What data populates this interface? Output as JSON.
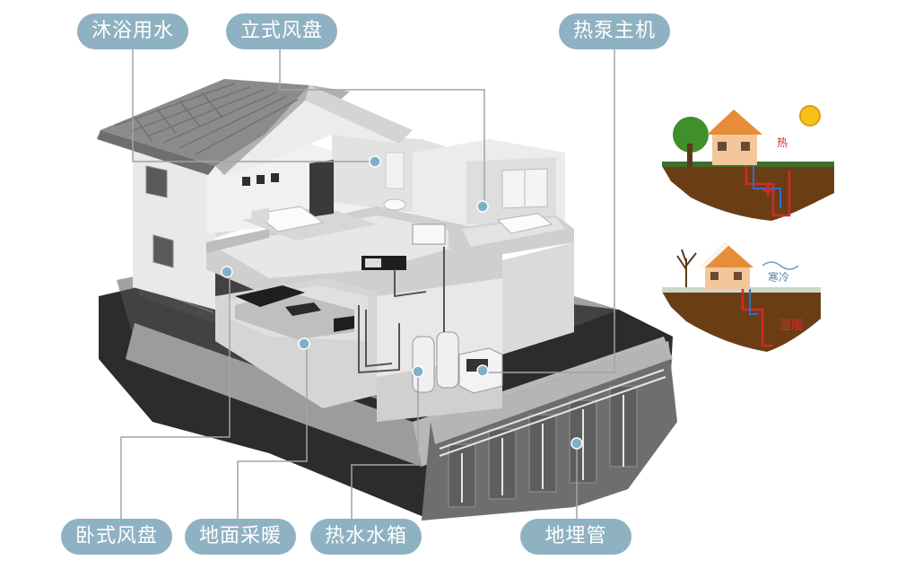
{
  "labels": {
    "bath_water": "沐浴用水",
    "standing_fan_coil": "立式风盘",
    "heat_pump_host": "热泵主机",
    "horizontal_fan_coil": "卧式风盘",
    "floor_heating": "地面采暖",
    "hot_water_tank": "热水水箱",
    "ground_pipe": "地埋管"
  },
  "inset_summer": {
    "label": "热"
  },
  "inset_winter": {
    "label_cold": "寒冷",
    "label_warm": "温暖"
  },
  "colors": {
    "pill": "#8fb2c2",
    "leader_line": "#9aa6ad",
    "marker_dot": "#7fb0c8",
    "soil": "#6b3d15",
    "hot": "#d12a2a",
    "cold": "#2a6fd1"
  }
}
